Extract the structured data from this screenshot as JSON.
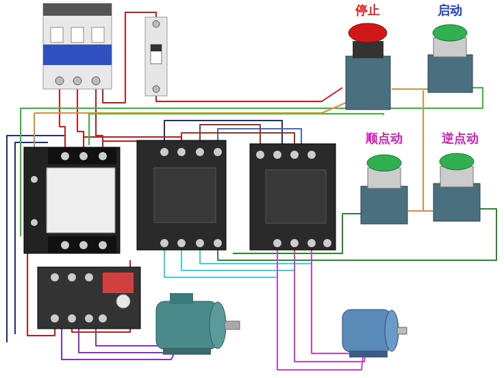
{
  "diagram": {
    "labels": [
      "停止",
      "启动",
      "顺点动",
      "逆点动"
    ]
  }
}
